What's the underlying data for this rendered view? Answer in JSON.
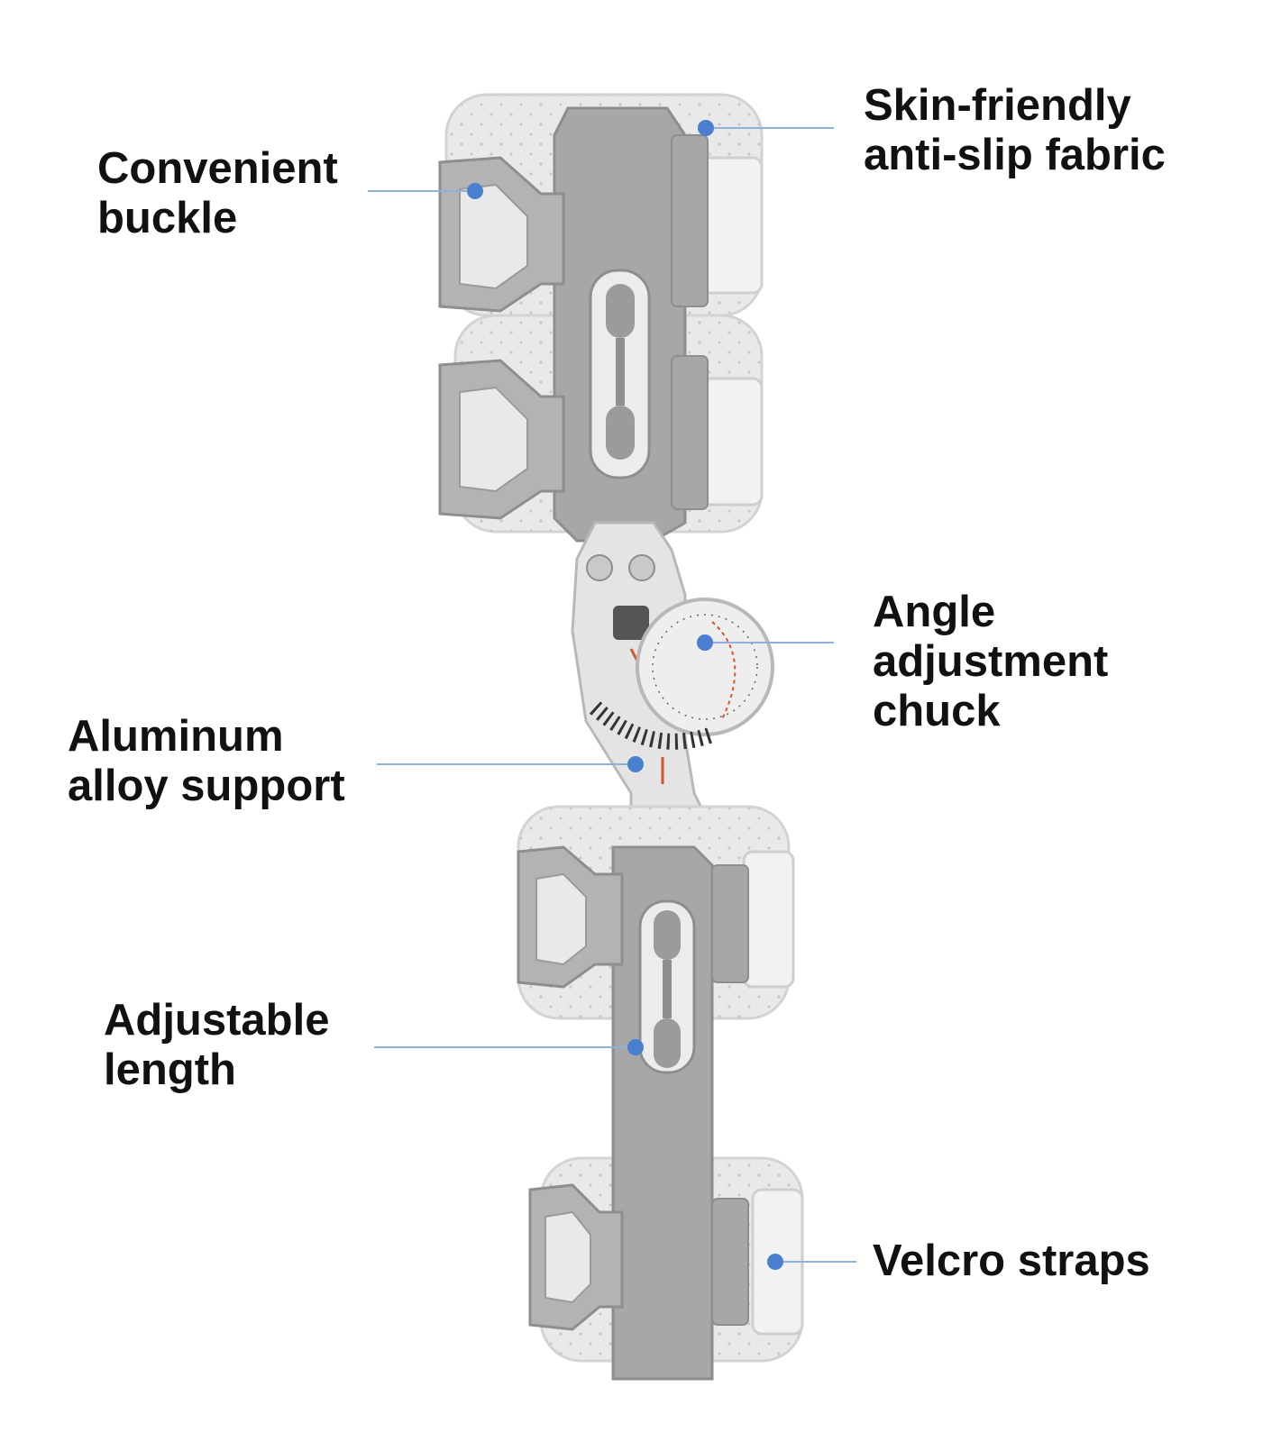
{
  "colors": {
    "background": "#ffffff",
    "label_text": "#111111",
    "leader_line": "#8fb0d8",
    "leader_dot": "#4a7fcf",
    "frame": "#a7a7a7",
    "frame_dark": "#8e8e8e",
    "padding": "#e9e9e9",
    "hinge_plate": "#dcdcdc",
    "dial_marks": "#d4552e"
  },
  "callouts": {
    "skin_fabric": {
      "line1": "Skin-friendly",
      "line2": "anti-slip fabric"
    },
    "buckle": {
      "line1": "Convenient",
      "line2": "buckle"
    },
    "angle_chuck": {
      "line1": "Angle",
      "line2": "adjustment",
      "line3": "chuck"
    },
    "aluminum_support": {
      "line1": "Aluminum",
      "line2": "alloy support"
    },
    "adjustable_length": {
      "line1": "Adjustable",
      "line2": "length"
    },
    "velcro": {
      "line1": "Velcro straps"
    }
  }
}
